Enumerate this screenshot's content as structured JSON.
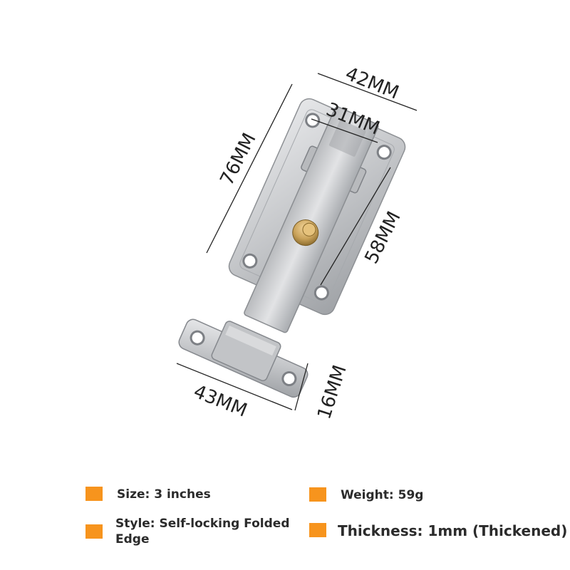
{
  "dimensions": {
    "width_top": "42MM",
    "slot_width": "31MM",
    "height": "76MM",
    "hole_spacing": "58MM",
    "keeper_width": "43MM",
    "keeper_height": "16MM"
  },
  "specs": {
    "size": "Size: 3 inches",
    "weight": "Weight: 59g",
    "style_line1": "Style: Self-locking Folded",
    "style_line2": "Edge",
    "thickness": "Thickness: 1mm (Thickened)"
  },
  "colors": {
    "bullet": "#f7941d",
    "steel": "#c8c9cb",
    "brass": "#c9a25a"
  }
}
